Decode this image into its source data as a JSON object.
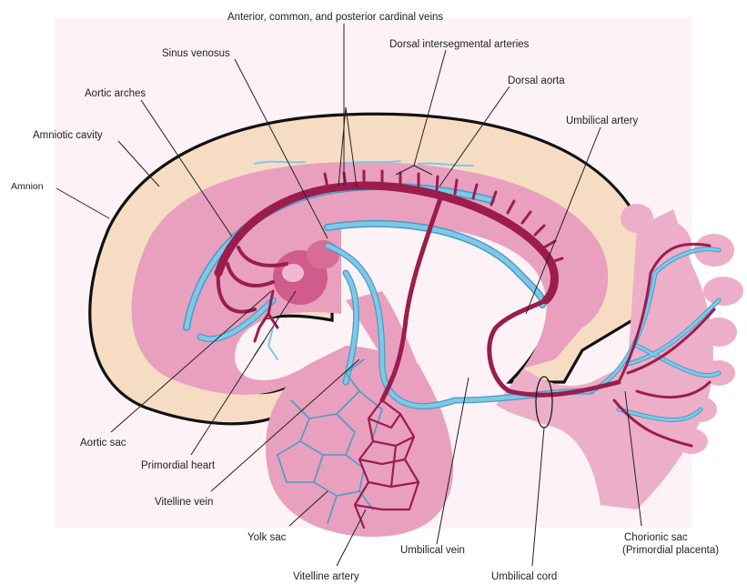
{
  "labels": {
    "cardinal_veins": "Anterior, common, and posterior cardinal veins",
    "sinus_venosus": "Sinus venosus",
    "dorsal_intersegmental_arteries": "Dorsal intersegmental arteries",
    "aortic_arches": "Aortic arches",
    "dorsal_aorta": "Dorsal aorta",
    "amniotic_cavity": "Amniotic cavity",
    "umbilical_artery": "Umbilical artery",
    "amnion": "Amnion",
    "aortic_sac": "Aortic sac",
    "primordial_heart": "Primordial heart",
    "vitelline_vein": "Vitelline vein",
    "yolk_sac": "Yolk sac",
    "umbilical_vein": "Umbilical vein",
    "chorionic_sac_line1": "Chorionic sac",
    "chorionic_sac_line2": "(Primordial placenta)",
    "vitelline_artery": "Vitelline artery",
    "umbilical_cord": "Umbilical cord"
  },
  "colors": {
    "amnion_band": "#f7dcc4",
    "embryo_body": "#e8a0be",
    "body_inner": "#f0b4cc",
    "artery": "#9c1c4e",
    "vein": "#7ec8e8",
    "outline": "#111111"
  }
}
